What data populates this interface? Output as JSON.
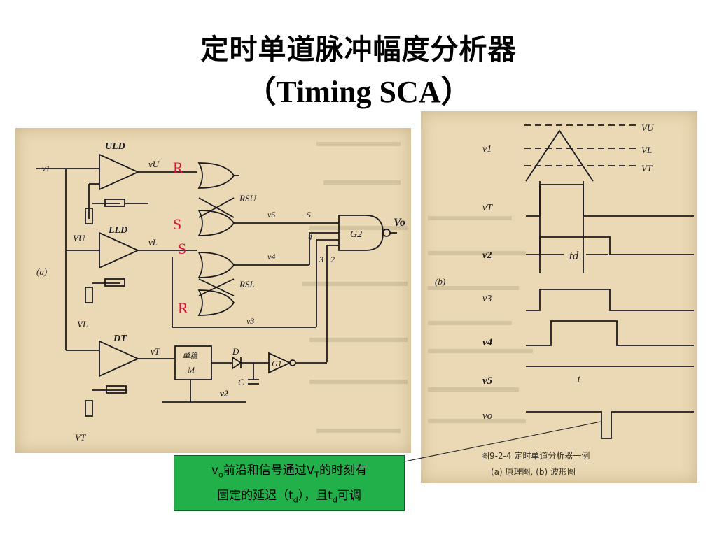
{
  "slide": {
    "title_cn": "定时单道脉冲幅度分析器",
    "title_en": "（Timing SCA）"
  },
  "circuit_labels": {
    "uld": "ULD",
    "lld": "LLD",
    "dt": "DT",
    "rsu": "RSU",
    "rsl": "RSL",
    "g2": "G2",
    "g1": "G1",
    "mono": "单稳",
    "mono_m": "M",
    "diode": "D",
    "cap": "C",
    "fig_a": "(a)",
    "v1": "v1",
    "vu": "vU",
    "vl": "vL",
    "vt": "vT",
    "v2": "v2",
    "v3": "v3",
    "v4": "v4",
    "v5": "v5",
    "vo": "Vo",
    "VU": "VU",
    "VL": "VL",
    "VT": "VT",
    "pin5": "5",
    "pin4": "4",
    "pin3": "3",
    "pin2": "2"
  },
  "red_labels": {
    "r_top": "R",
    "s_top": "S",
    "s_bottom": "S",
    "r_bottom": "R"
  },
  "waveform_labels": {
    "v1": "v1",
    "vt": "vT",
    "v2": "v2",
    "v3": "v3",
    "v4": "v4",
    "v5": "v5",
    "vo": "vo",
    "VU": "VU",
    "VL": "VL",
    "VT": "VT",
    "td": "td",
    "fig_b": "(b)",
    "one": "1",
    "caption1": "图9-2-4  定时单道分析器一例",
    "caption2": "(a) 原理图, (b) 波形图"
  },
  "note": {
    "line1_a": "v",
    "line1_sub_o": "o",
    "line1_b": "前沿和信号通过V",
    "line1_sub_t": "T",
    "line1_c": "的时刻有",
    "line2_a": "固定的延迟（t",
    "line2_sub_d1": "d",
    "line2_b": "），且t",
    "line2_sub_d2": "d",
    "line2_c": "可调"
  },
  "colors": {
    "red_label": "#e0103a",
    "note_bg": "#22b04a",
    "scan_bg": "#ead9b4"
  }
}
